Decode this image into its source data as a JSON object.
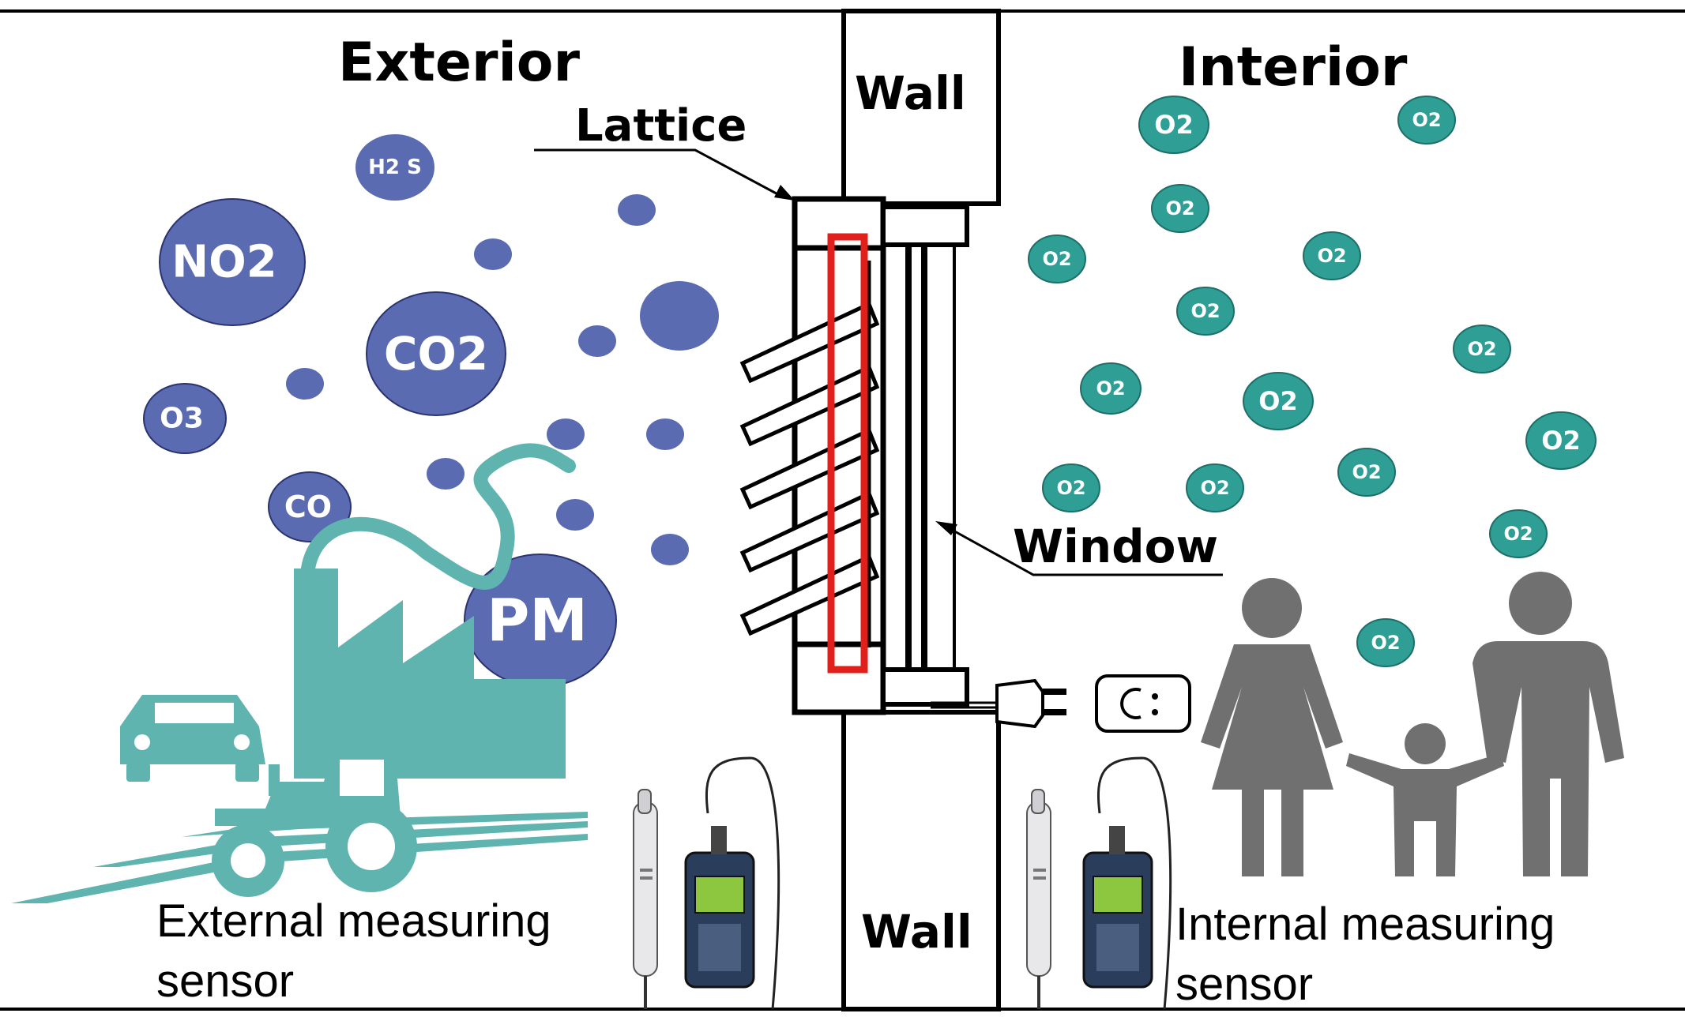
{
  "labels": {
    "exterior": "Exterior",
    "interior": "Interior",
    "wall_top": "Wall",
    "wall_bottom": "Wall",
    "lattice": "Lattice",
    "window": "Window",
    "external_sensor_line1": "External measuring",
    "external_sensor_line2": "sensor",
    "internal_sensor_line1": "Internal measuring",
    "internal_sensor_line2": "sensor"
  },
  "pollutants": {
    "h2s": "H2 S",
    "no2": "NO2",
    "co2": "CO2",
    "o3": "O3",
    "co": "CO",
    "pm": "PM"
  },
  "oxygen_label": "O2",
  "colors": {
    "pollutant_bubble": "#5b6bb1",
    "oxygen_bubble": "#2f9e95",
    "industry_teal": "#5fb4b0",
    "people_gray": "#707070",
    "lattice_red": "#e0201b"
  },
  "icons": [
    "factory-icon",
    "car-icon",
    "tractor-icon",
    "plug-icon",
    "socket-icon",
    "family-icon",
    "sensor-probe-icon",
    "sensor-meter-icon"
  ]
}
